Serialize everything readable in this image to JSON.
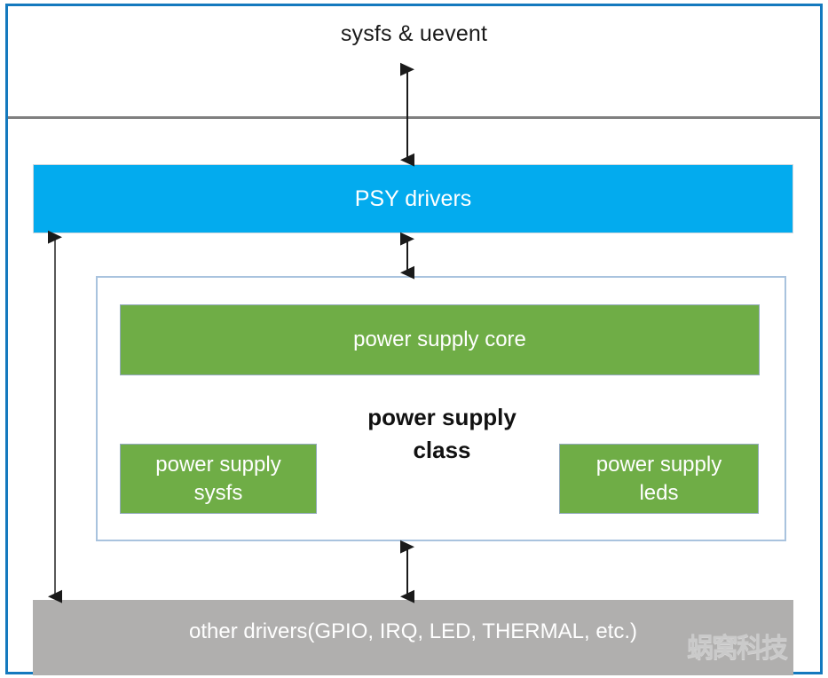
{
  "diagram": {
    "title_caption": "sysfs & uevent",
    "watermark": "蜗窝科技",
    "layers": {
      "psy_drivers": "PSY drivers",
      "class_container_label_line1": "power supply",
      "class_container_label_line2": "class",
      "power_supply_core": "power supply core",
      "power_supply_sysfs_line1": "power supply",
      "power_supply_sysfs_line2": "sysfs",
      "power_supply_leds_line1": "power supply",
      "power_supply_leds_line2": "leds",
      "other_drivers": "other drivers(GPIO, IRQ, LED, THERMAL, etc.)"
    },
    "colors": {
      "outer_frame": "#1479BE",
      "divider": "#7F7F7F",
      "psy_drivers_fill": "#03ABEE",
      "green_fill": "#6FAD46",
      "green_border": "#93A9BD",
      "class_container_border": "#A9C3DE",
      "other_drivers_fill": "#B0AFAE",
      "arrow": "#1A1A1A",
      "text_on_fill": "#FFFFFF",
      "text_dark": "#111111"
    },
    "connectors": [
      {
        "name": "sysfs-uevent-to-psy-drivers",
        "style": "double-headed-vertical",
        "from": "sysfs & uevent",
        "to": "PSY drivers"
      },
      {
        "name": "psy-drivers-to-power-supply-class",
        "style": "double-headed-vertical",
        "from": "PSY drivers",
        "to": "power supply class"
      },
      {
        "name": "power-supply-class-to-other-drivers",
        "style": "double-headed-vertical",
        "from": "power supply class",
        "to": "other drivers"
      },
      {
        "name": "psy-drivers-to-other-drivers-bypass",
        "style": "double-headed-vertical",
        "from": "PSY drivers",
        "to": "other drivers"
      }
    ]
  }
}
